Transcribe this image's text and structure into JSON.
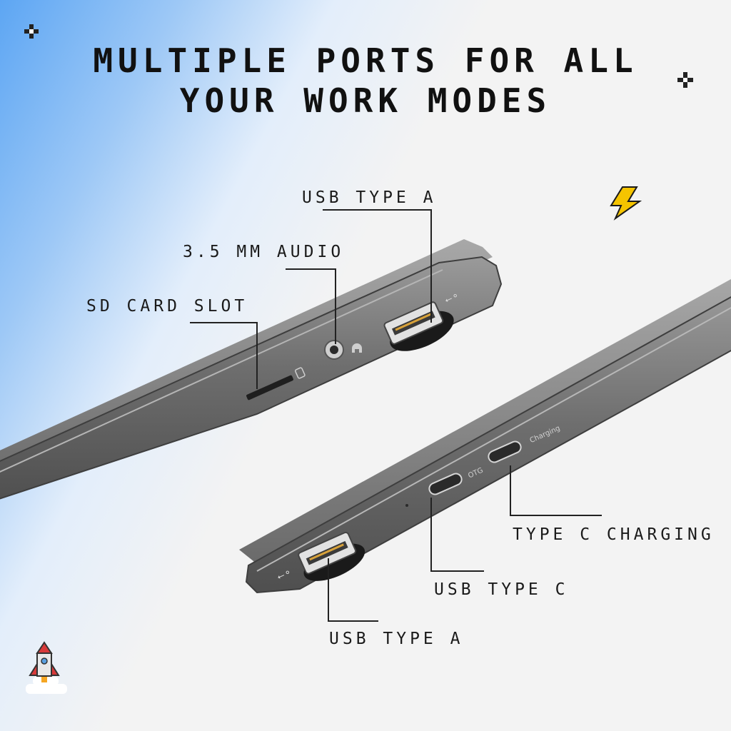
{
  "headline": {
    "line1": "MULTIPLE PORTS FOR ALL",
    "line2": "YOUR WORK MODES"
  },
  "callouts": {
    "upper_usb_type_a": "USB TYPE A",
    "audio_jack": "3.5 MM AUDIO",
    "sd_card_slot": "SD CARD SLOT",
    "type_c_charging": "TYPE C CHARGING",
    "usb_type_c": "USB TYPE C",
    "lower_usb_type_a": "USB TYPE A"
  },
  "port_markings": {
    "otg": "OTG",
    "charging": "Charging"
  },
  "decorations": {
    "icons": [
      "sparkle-icon",
      "sparkle-icon",
      "lightning-bolt-icon",
      "rocket-icon"
    ],
    "bolt_color": "#f5c400",
    "rocket_color": "#d83a3a"
  }
}
